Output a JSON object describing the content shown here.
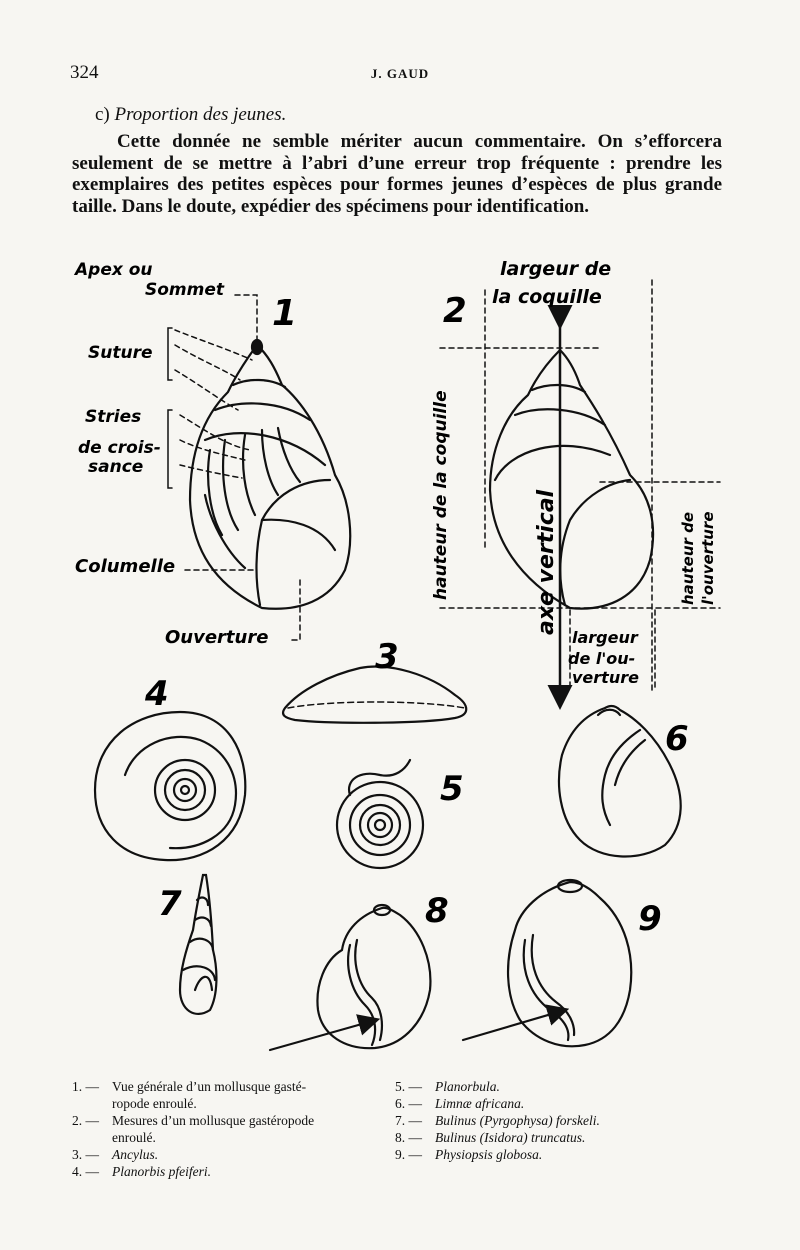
{
  "header": {
    "page_number": "324",
    "running_head": "J. GAUD"
  },
  "section": {
    "marker": "c)",
    "title": "Proportion des jeunes."
  },
  "paragraph": "Cette donnée ne semble mériter aucun commentaire. On s’efforcera seulement de se mettre à l’abri d’une erreur trop fréquente : prendre les exemplaires des petites espèces pour formes jeunes d’espèces de plus grande taille. Dans le doute, expédier des spécimens pour identification.",
  "figure": {
    "numbers": [
      "1",
      "2",
      "3",
      "4",
      "5",
      "6",
      "7",
      "8",
      "9"
    ],
    "fig1_labels": {
      "apex_line1": "Apex ou",
      "apex_line2": "Sommet",
      "suture": "Suture",
      "stries_line1": "Stries",
      "stries_line2": "de crois-",
      "stries_line3": "sance",
      "columelle": "Columelle",
      "ouverture": "Ouverture"
    },
    "fig2_labels": {
      "largeur_coquille_line1": "largeur de",
      "largeur_coquille_line2": "la coquille",
      "hauteur_coquille": "hauteur de la coquille",
      "axe_vertical": "axe vertical",
      "hauteur_ouverture_line1": "hauteur de",
      "hauteur_ouverture_line2": "l'ouverture",
      "largeur_ouverture_line1": "largeur",
      "largeur_ouverture_line2": "de l'ou-",
      "largeur_ouverture_line3": "verture"
    }
  },
  "captions": {
    "left": [
      {
        "num": "1. —",
        "text": "Vue générale d’un mollusque gasté-",
        "cont": "ropode enroulé."
      },
      {
        "num": "2. —",
        "text": "Mesures d’un mollusque gastéropode",
        "cont": "enroulé."
      },
      {
        "num": "3. —",
        "text": "Ancylus.",
        "cont": ""
      },
      {
        "num": "4. —",
        "text": "Planorbis pfeiferi.",
        "cont": ""
      }
    ],
    "right": [
      {
        "num": "5. —",
        "text": "Planorbula."
      },
      {
        "num": "6. —",
        "text": "Limnæ africana."
      },
      {
        "num": "7. —",
        "text": "Bulinus (Pyrgophysa) forskeli."
      },
      {
        "num": "8. —",
        "text": "Bulinus (Isidora) truncatus."
      },
      {
        "num": "9. —",
        "text": "Physiopsis globosa."
      }
    ]
  }
}
